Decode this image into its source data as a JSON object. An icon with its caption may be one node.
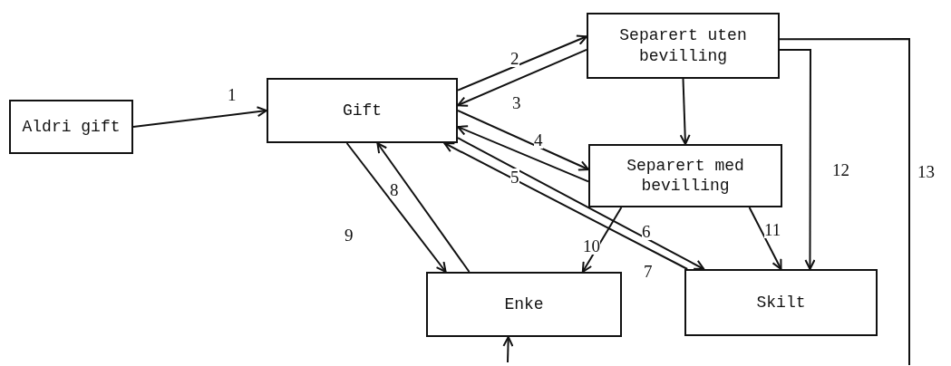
{
  "diagram": {
    "nodes": [
      {
        "text": [
          "Aldri gift"
        ]
      },
      {
        "text": [
          "Gift"
        ]
      },
      {
        "text": [
          "Separert uten bevilling"
        ]
      },
      {
        "text": [
          "Separert med bevilling"
        ]
      },
      {
        "text": [
          "Enke"
        ]
      },
      {
        "text": [
          "Skilt"
        ]
      }
    ],
    "edges": [
      {
        "from": 0,
        "to": 1,
        "arrow": "to",
        "label": "1"
      },
      {
        "from": 1,
        "to": 2,
        "arrow": "to",
        "label": "2"
      },
      {
        "from": 2,
        "to": 1,
        "arrow": "to",
        "label": "3"
      },
      {
        "from": 1,
        "to": 3,
        "arrow": "to",
        "label": "4"
      },
      {
        "from": 3,
        "to": 1,
        "arrow": "to",
        "label": "5"
      },
      {
        "from": 1,
        "to": 5,
        "arrow": "to",
        "label": "6"
      },
      {
        "from": 5,
        "to": 1,
        "arrow": "to",
        "label": "7"
      },
      {
        "from": 4,
        "to": 1,
        "arrow": "to",
        "label": "8"
      },
      {
        "from": 1,
        "to": 4,
        "arrow": "to",
        "label": "9"
      },
      {
        "from": 3,
        "to": 4,
        "arrow": "to",
        "label": "10"
      },
      {
        "from": 3,
        "to": 5,
        "arrow": "to",
        "label": "11"
      },
      {
        "from": 2,
        "to": 5,
        "arrow": "to",
        "label": "12"
      },
      {
        "from": 2,
        "to": null,
        "arrow": "none",
        "label": "13"
      },
      {
        "from": null,
        "to": 4,
        "arrow": "to"
      },
      {
        "from": 2,
        "to": 3,
        "arrow": "to"
      }
    ]
  }
}
